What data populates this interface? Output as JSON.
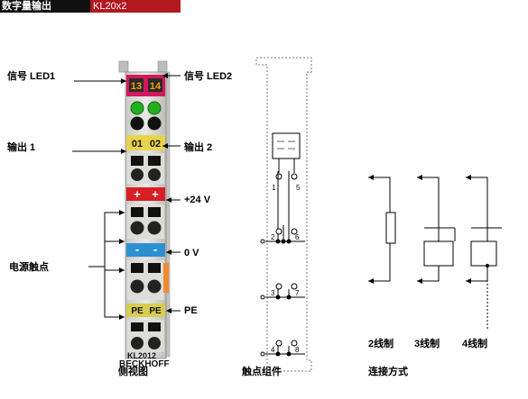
{
  "header": {
    "title": "数字量输出",
    "model": "KL20x2"
  },
  "terminal": {
    "led_left": "13",
    "led_right": "14",
    "out_left": "01",
    "out_right": "02",
    "plus_left": "+",
    "plus_right": "+",
    "minus_left": "-",
    "minus_right": "-",
    "pe_left": "PE",
    "pe_right": "PE",
    "model_label": "KL2012",
    "brand": "BECKHOFF"
  },
  "labels": {
    "signal_led1": "信号 LED1",
    "signal_led2": "信号 LED2",
    "output1": "输出 1",
    "output2": "输出 2",
    "plus24v": "+24 V",
    "zero_v": "0 V",
    "power_contacts": "电源触点",
    "pe": "PE"
  },
  "contacts": {
    "pins": [
      "1",
      "5",
      "2",
      "6",
      "3",
      "7",
      "4",
      "8"
    ]
  },
  "wiring": {
    "two_wire": "2线制",
    "three_wire": "3线制",
    "four_wire": "4线制"
  },
  "captions": {
    "side_view": "侧视图",
    "contact_assembly": "触点组件",
    "connection_method": "连接方式"
  },
  "colors": {
    "led_header": "#d4185a",
    "led_green": "#22b022",
    "output_yellow": "#e8d44a",
    "plus_red": "#d81f26",
    "minus_blue": "#2b8fd0",
    "pe_yellow": "#d8cc50",
    "orange_bar": "#f08a2a",
    "module_gray": "#d9d9d6"
  }
}
